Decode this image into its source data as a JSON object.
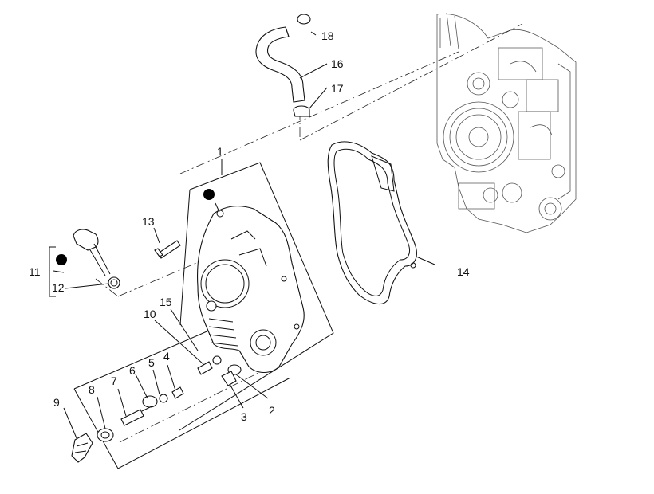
{
  "diagram": {
    "callouts": {
      "c1": "1",
      "c2": "2",
      "c3": "3",
      "c4": "4",
      "c5": "5",
      "c6": "6",
      "c7": "7",
      "c8": "8",
      "c9": "9",
      "c10": "10",
      "c11": "11",
      "c12": "12",
      "c13": "13",
      "c14": "14",
      "c15": "15",
      "c16": "16",
      "c17": "17",
      "c18": "18"
    }
  }
}
